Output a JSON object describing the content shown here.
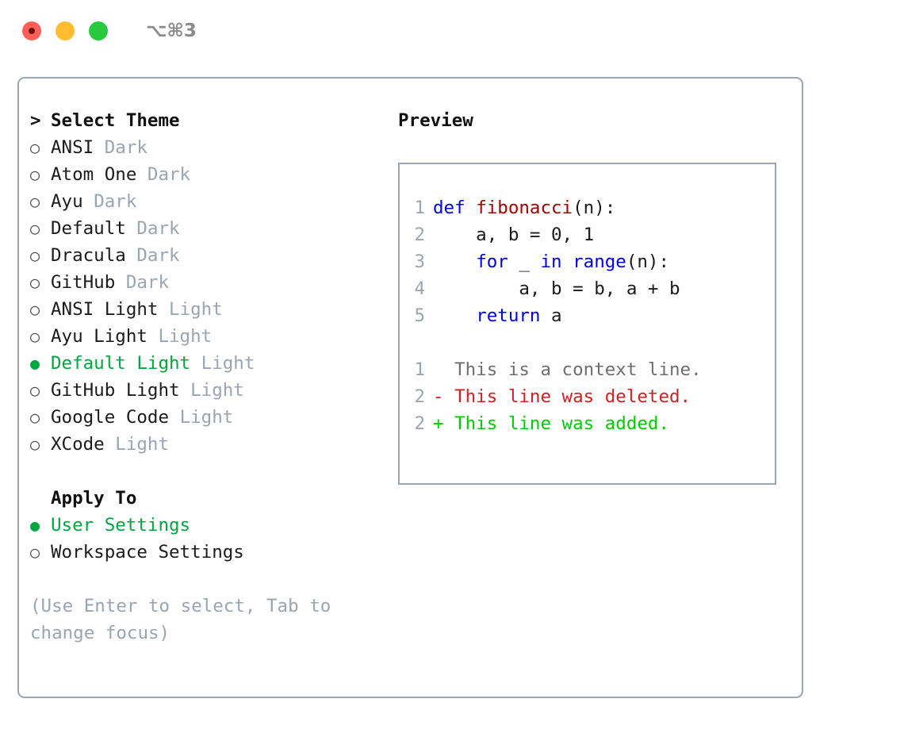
{
  "window": {
    "traffic_lights": [
      "close-button",
      "minimize-button",
      "zoom-button"
    ],
    "shortcut": "⌥⌘3"
  },
  "theme_picker": {
    "header": {
      "caret": ">",
      "title": "Select Theme"
    },
    "items": [
      {
        "marker": "○",
        "name": "ANSI",
        "category": "Dark",
        "selected": false
      },
      {
        "marker": "○",
        "name": "Atom One",
        "category": "Dark",
        "selected": false
      },
      {
        "marker": "○",
        "name": "Ayu",
        "category": "Dark",
        "selected": false
      },
      {
        "marker": "○",
        "name": "Default",
        "category": "Dark",
        "selected": false
      },
      {
        "marker": "○",
        "name": "Dracula",
        "category": "Dark",
        "selected": false
      },
      {
        "marker": "○",
        "name": "GitHub",
        "category": "Dark",
        "selected": false
      },
      {
        "marker": "○",
        "name": "ANSI Light",
        "category": "Light",
        "selected": false
      },
      {
        "marker": "○",
        "name": "Ayu Light",
        "category": "Light",
        "selected": false
      },
      {
        "marker": "●",
        "name": "Default Light",
        "category": "Light",
        "selected": true
      },
      {
        "marker": "○",
        "name": "GitHub Light",
        "category": "Light",
        "selected": false
      },
      {
        "marker": "○",
        "name": "Google Code",
        "category": "Light",
        "selected": false
      },
      {
        "marker": "○",
        "name": "XCode",
        "category": "Light",
        "selected": false
      }
    ]
  },
  "apply_to": {
    "title": "Apply To",
    "items": [
      {
        "marker": "●",
        "name": "User Settings",
        "selected": true
      },
      {
        "marker": "○",
        "name": "Workspace Settings",
        "selected": false
      }
    ]
  },
  "hint": "(Use Enter to select, Tab to change focus)",
  "preview": {
    "title": "Preview",
    "code_lines": [
      {
        "no": "1",
        "tokens": [
          {
            "t": "def",
            "c": "kw"
          },
          {
            "t": " ",
            "c": "pl"
          },
          {
            "t": "fibonacci",
            "c": "fn"
          },
          {
            "t": "(n):",
            "c": "pl"
          }
        ]
      },
      {
        "no": "2",
        "tokens": [
          {
            "t": "    a, b = 0, 1",
            "c": "pl"
          }
        ]
      },
      {
        "no": "3",
        "tokens": [
          {
            "t": "    ",
            "c": "pl"
          },
          {
            "t": "for",
            "c": "kw"
          },
          {
            "t": " _ ",
            "c": "pl"
          },
          {
            "t": "in",
            "c": "kw"
          },
          {
            "t": " ",
            "c": "pl"
          },
          {
            "t": "range",
            "c": "bi"
          },
          {
            "t": "(n):",
            "c": "pl"
          }
        ]
      },
      {
        "no": "4",
        "tokens": [
          {
            "t": "        a, b = b, a + b",
            "c": "pl"
          }
        ]
      },
      {
        "no": "5",
        "tokens": [
          {
            "t": "    ",
            "c": "pl"
          },
          {
            "t": "return",
            "c": "kw"
          },
          {
            "t": " a",
            "c": "pl"
          }
        ]
      }
    ],
    "diff_lines": [
      {
        "no": "1",
        "text": "  This is a context line.",
        "kind": "ctx"
      },
      {
        "no": "2",
        "text": "- This line was deleted.",
        "kind": "del"
      },
      {
        "no": "2",
        "text": "+ This line was added.",
        "kind": "add"
      }
    ]
  },
  "colors": {
    "accent_green": "#00a63e",
    "muted_gray": "#9aa5b1",
    "keyword_blue": "#0000e6",
    "function_red": "#a30000",
    "diff_deleted": "#cc2222",
    "diff_added": "#00cc00",
    "border": "#9aa5b1"
  }
}
